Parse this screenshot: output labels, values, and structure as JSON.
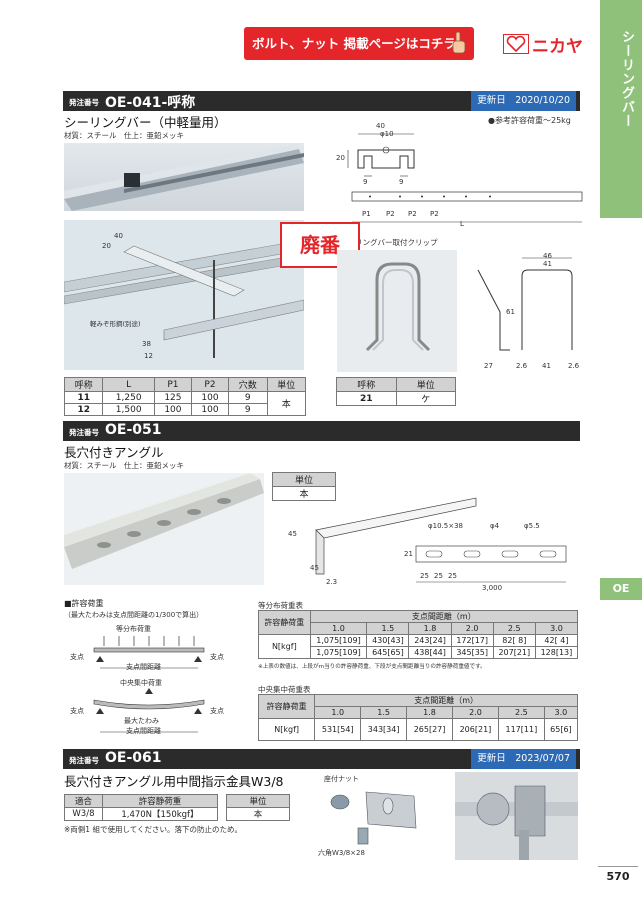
{
  "side_tab": {
    "label": "シーリングバー",
    "section": "OE"
  },
  "banner": {
    "text": "ボルト、ナット 掲載ページはコチラ",
    "hand_icon": "pointing-hand-icon"
  },
  "brand": {
    "logo_text": "ニカヤ",
    "color": "#e4252a"
  },
  "page_number": "570",
  "colors": {
    "accent_green": "#8fc17a",
    "accent_red": "#e4252a",
    "update_blue": "#2d6ab5",
    "header_dark": "#2b2b2b"
  },
  "oe041": {
    "order_label": "発注番号",
    "code": "OE-041-呼称",
    "updated": "更新日　2020/10/20",
    "title": "シーリングバー（中軽量用）",
    "material": "材質：スチール　仕上：亜鉛メッキ",
    "load_note": "●参考許容荷重〜25kg",
    "dims": {
      "w": "40",
      "hole": "φ10",
      "h": "20",
      "b1": "9",
      "b2": "9",
      "p1": "P1",
      "p2a": "P2",
      "p2b": "P2",
      "p2c": "P2",
      "L": "L"
    },
    "install_dims": {
      "w": "40",
      "h": "20",
      "d": "38",
      "e": "12",
      "note": "軽みぞ形鋼(別途)"
    },
    "discontinued": "廃番",
    "clip_title": "シーリングバー取付クリップ",
    "clip_dims": {
      "w1": "46",
      "w2": "41",
      "h": "61",
      "a": "27",
      "b": "2.6",
      "c": "41",
      "d": "2.6"
    },
    "table": {
      "headers": [
        "呼称",
        "L",
        "P1",
        "P2",
        "穴数",
        "単位"
      ],
      "rows": [
        [
          "11",
          "1,250",
          "125",
          "100",
          "9"
        ],
        [
          "12",
          "1,500",
          "100",
          "100",
          "9"
        ]
      ],
      "unit": "本"
    },
    "clip_table": {
      "headers": [
        "呼称",
        "単位"
      ],
      "rows": [
        [
          "21",
          "ケ"
        ]
      ]
    }
  },
  "oe051": {
    "order_label": "発注番号",
    "code": "OE-051",
    "title": "長穴付きアングル",
    "material": "材質：スチール　仕上：亜鉛メッキ",
    "unit_table": {
      "header": "単位",
      "value": "本"
    },
    "dims": {
      "slot": "φ10.5×38",
      "h4": "φ4",
      "h55": "φ5.5",
      "a": "45",
      "b": "45",
      "t": "2.3",
      "h21": "21",
      "p1": "25",
      "p2": "25",
      "p3": "25",
      "len": "3,000"
    },
    "allow_title": "■許容荷重",
    "allow_note": "（最大たわみは支点間距離の1/300で算出）",
    "dist_label": "等分布荷重",
    "center_label": "中央集中荷重",
    "support": "支点",
    "span": "支点間距離",
    "maxdef": "最大たわみ",
    "dist_table": {
      "title": "等分布荷重表",
      "header_top": "支点間距離（m）",
      "header_left": "許容静荷重",
      "cols": [
        "1.0",
        "1.5",
        "1.8",
        "2.0",
        "2.5",
        "3.0"
      ],
      "row_label": "N[kgf]",
      "row1": [
        "1,075[109]",
        "430[43]",
        "243[24]",
        "172[17]",
        "82[ 8]",
        "42[ 4]"
      ],
      "row2": [
        "1,075[109]",
        "645[65]",
        "438[44]",
        "345[35]",
        "207[21]",
        "128[13]"
      ],
      "note": "※上表の数値は、上段がm当りの許容静荷重、下段が支点間距離当りの許容静荷重値です。"
    },
    "center_table": {
      "title": "中央集中荷重表",
      "header_top": "支点間距離（m）",
      "header_left": "許容静荷重",
      "cols": [
        "1.0",
        "1.5",
        "1.8",
        "2.0",
        "2.5",
        "3.0"
      ],
      "row_label": "N[kgf]",
      "row": [
        "531[54]",
        "343[34]",
        "265[27]",
        "206[21]",
        "117[11]",
        "65[6]"
      ]
    }
  },
  "oe061": {
    "order_label": "発注番号",
    "code": "OE-061",
    "updated": "更新日　2023/07/07",
    "title": "長穴付きアングル用中間指示金具W3/8",
    "table": {
      "headers": [
        "適合",
        "許容静荷重"
      ],
      "row": [
        "W3/8",
        "1,470N【150kgf】"
      ]
    },
    "unit": {
      "header": "単位",
      "value": "本"
    },
    "note": "※両側1 組で使用してください。落下の防止のため。",
    "nut_label": "座付ナット",
    "bolt_label": "六角W3/8×28"
  }
}
